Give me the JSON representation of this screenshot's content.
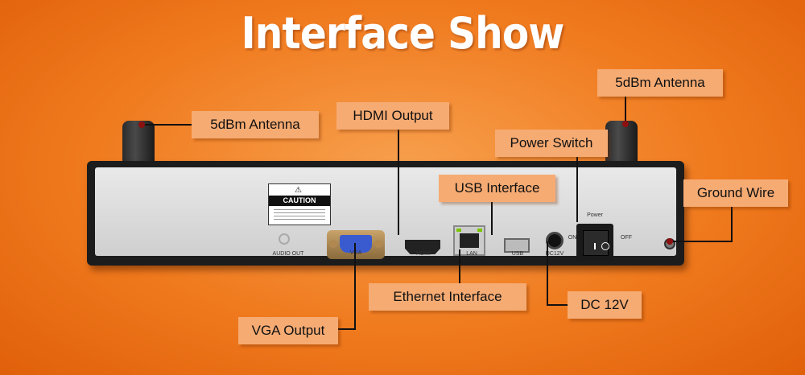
{
  "title": "Interface Show",
  "labels": {
    "antenna_left": "5dBm Antenna",
    "antenna_right": "5dBm Antenna",
    "hdmi_output": "HDMI Output",
    "power_switch": "Power Switch",
    "usb_interface": "USB Interface",
    "ground_wire": "Ground Wire",
    "ethernet_interface": "Ethernet Interface",
    "dc_12v": "DC 12V",
    "vga_output": "VGA Output"
  },
  "panel_text": {
    "caution": "CAUTION",
    "audio_out": "AUDIO OUT",
    "vga": "VGA",
    "hdmi": "HDMI",
    "lan": "LAN",
    "usb": "USB",
    "dc": "DC12V",
    "power": "Power",
    "on": "ON",
    "off": "OFF"
  },
  "colors": {
    "background": "#f07a1e",
    "label_fill": "#f6ab73",
    "connector_line": "#111111",
    "anchor_dot": "#8b1010"
  }
}
